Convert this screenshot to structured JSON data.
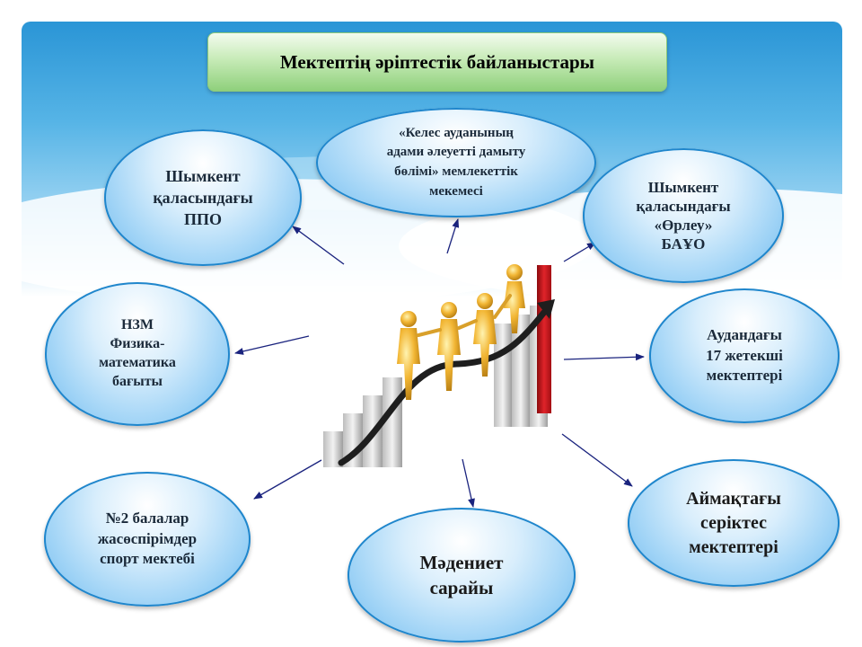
{
  "title": "Мектептің әріптестік байланыстары",
  "center": {
    "icon": "growth-staircase-team-icon"
  },
  "partners": {
    "ppo": "Шымкент\nқаласындағы\nППО",
    "keles": "«Келес ауданының\nадами әлеуетті дамыту\nбөлімі» мемлекеттік\nмекемесі",
    "orleu": "Шымкент\nқаласындағы\n«Өрлеу»\nБАҰО",
    "nzm": "НЗМ\nФизика-\nматематика\nбағыты",
    "audan": "Аудандағы\n17 жетекші\nмектептері",
    "sport": "№2 балалар\nжасөспірімдер\nспорт мектебі",
    "madeniet": "Мәдениет\nсарайы",
    "aimak": "Аймақтағы\nсеріктес\nмектептері"
  },
  "colors": {
    "accent": "#1f86cc",
    "title_bg": "#a8de94",
    "arrow": "#1a237e",
    "bar_red": "#d8141a"
  }
}
